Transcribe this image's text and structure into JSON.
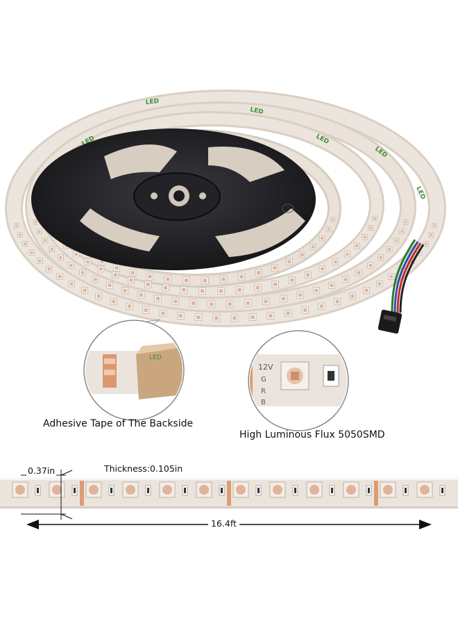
{
  "captions": {
    "adhesive": "Adhesive Tape of The Backside",
    "flux": "High Luminous Flux 5050SMD"
  },
  "dimensions": {
    "width": "0.37in",
    "thickness": "Thickness:0.105in",
    "length": "16.4ft"
  },
  "strip_markings": {
    "voltage": "12V",
    "channels": [
      "G",
      "R",
      "B"
    ],
    "reel_text": "LED"
  },
  "colors": {
    "strip": "#ebe4dc",
    "chip": "#f3ede8",
    "chip_lens": "#e0b39a",
    "copper_pad": "#d98a5a",
    "reel": "#1e1e22",
    "backing_green": "#3f8f3a",
    "adhesive_tape": "#c9a67d"
  },
  "icons": [
    "led-reel-icon",
    "connector-plug-icon",
    "arrow-left-icon",
    "arrow-right-icon"
  ]
}
